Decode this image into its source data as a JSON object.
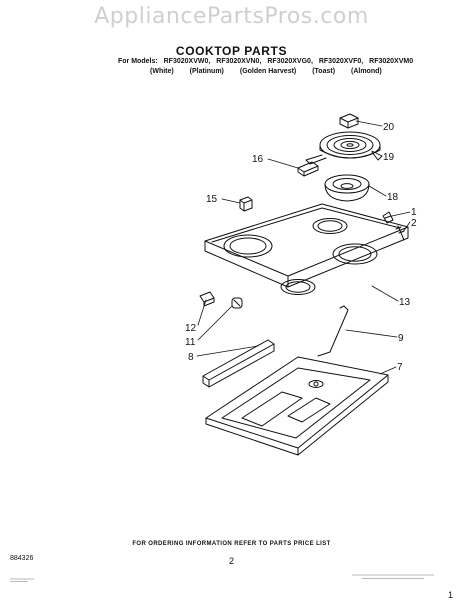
{
  "watermark": "AppliancePartsPros.com",
  "title": "COOKTOP PARTS",
  "models_label": "For Models:",
  "models": [
    "RF3020XVW0,",
    "RF3020XVN0,",
    "RF3020XVG0,",
    "RF3020XVF0,",
    "RF3020XVM0"
  ],
  "colors": [
    "(White)",
    "(Platinum)",
    "(Golden Harvest)",
    "(Toast)",
    "(Almond)"
  ],
  "callouts": [
    {
      "key": "c1",
      "label": "1"
    },
    {
      "key": "c2",
      "label": "2"
    },
    {
      "key": "c7",
      "label": "7"
    },
    {
      "key": "c8",
      "label": "8"
    },
    {
      "key": "c9",
      "label": "9"
    },
    {
      "key": "c11",
      "label": "11"
    },
    {
      "key": "c12",
      "label": "12"
    },
    {
      "key": "c13",
      "label": "13"
    },
    {
      "key": "c15",
      "label": "15"
    },
    {
      "key": "c16",
      "label": "16"
    },
    {
      "key": "c18",
      "label": "18"
    },
    {
      "key": "c19",
      "label": "19"
    },
    {
      "key": "c20",
      "label": "20"
    }
  ],
  "footer": {
    "note": "FOR ORDERING INFORMATION REFER TO PARTS PRICE LIST",
    "page_number": "2",
    "part_code": "884326",
    "corner_number": "1"
  },
  "colors_style": {
    "line": "#111111",
    "watermark": "#cfcfcf",
    "background": "#ffffff"
  }
}
